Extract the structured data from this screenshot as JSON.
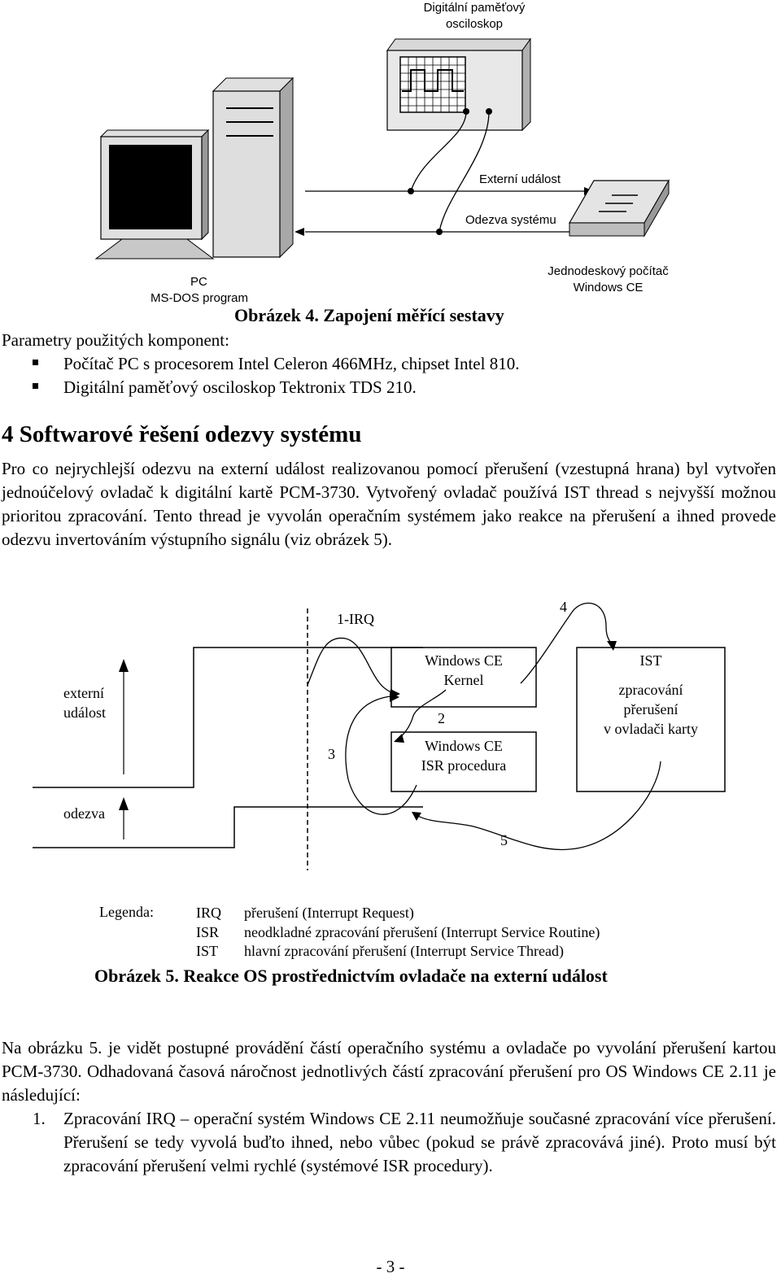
{
  "figure4": {
    "oscilloscope_label_1": "Digitální paměťový",
    "oscilloscope_label_2": "osciloskop",
    "external_event": "Externí událost",
    "system_response": "Odezva systému",
    "pc_label_1": "PC",
    "pc_label_2": "MS-DOS program",
    "board_label_1": "Jednodeskový počítač",
    "board_label_2": "Windows CE",
    "caption": "Obrázek 4. Zapojení měřící sestavy"
  },
  "components": {
    "intro": "Parametry použitých komponent:",
    "items": [
      "Počítač PC s procesorem Intel Celeron 466MHz, chipset Intel 810.",
      "Digitální paměťový osciloskop Tektronix TDS 210."
    ]
  },
  "section": {
    "heading": "4 Softwarové řešení odezvy systému",
    "paragraph": "Pro co nejrychlejší odezvu na externí událost realizovanou pomocí přerušení (vzestupná hrana) byl vytvořen jednoúčelový ovladač k digitální kartě PCM-3730. Vytvořený ovladač používá IST thread s nejvyšší možnou prioritou zpracování. Tento thread je vyvolán operačním systémem jako reakce na přerušení a ihned provede odezvu invertováním výstupního signálu (viz obrázek 5)."
  },
  "figure5": {
    "irq_label": "1-IRQ",
    "step4": "4",
    "step2": "2",
    "step3": "3",
    "step5": "5",
    "external_1": "externí",
    "external_2": "událost",
    "response": "odezva",
    "kernel_1": "Windows CE",
    "kernel_2": "Kernel",
    "isr_1": "Windows CE",
    "isr_2": "ISR procedura",
    "ist_1": "IST",
    "ist_2": "zpracování",
    "ist_3": "přerušení",
    "ist_4": "v ovladači karty",
    "legend_title": "Legenda:",
    "legend": [
      {
        "abbr": "IRQ",
        "desc": "přerušení (Interrupt Request)"
      },
      {
        "abbr": "ISR",
        "desc": "neodkladné zpracování přerušení (Interrupt Service Routine)"
      },
      {
        "abbr": "IST",
        "desc": "hlavní zpracování přerušení (Interrupt Service Thread)"
      }
    ],
    "caption": "Obrázek 5. Reakce OS prostřednictvím ovladače na externí událost"
  },
  "closing": {
    "paragraph": "Na obrázku 5. je vidět postupné provádění částí operačního systému a ovladače po vyvolání přerušení kartou PCM-3730. Odhadovaná časová náročnost jednotlivých částí zpracování přerušení pro OS Windows CE 2.11 je následující:",
    "list_number": "1.",
    "list_text": "Zpracování IRQ – operační systém Windows CE 2.11 neumožňuje současné zpracování více přerušení. Přerušení se tedy vyvolá buďto ihned, nebo vůbec (pokud se právě zpracovává jiné). Proto musí být zpracování přerušení velmi rychlé (systémové ISR procedury)."
  },
  "page_number": "- 3 -"
}
